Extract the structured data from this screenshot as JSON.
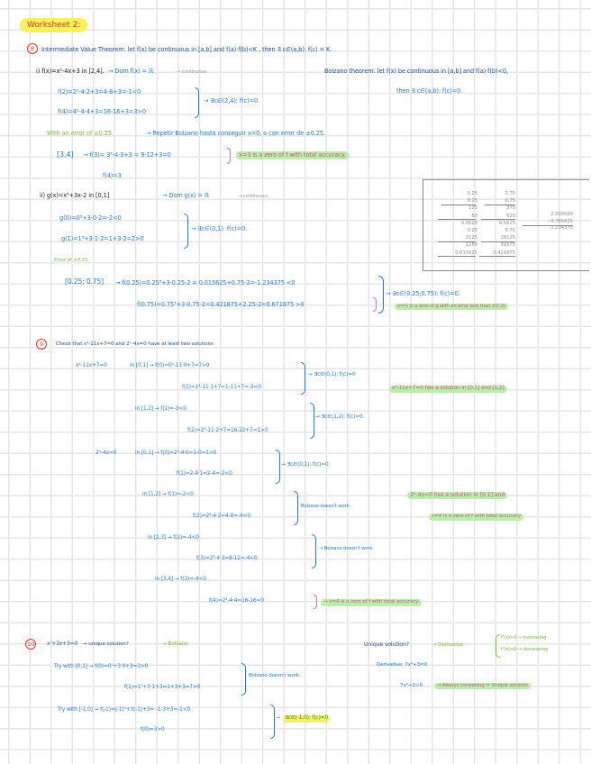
{
  "title": "Worksheet 2:",
  "ex8": {
    "number": "8",
    "statement": "Intermediate Value Theorem: let f(x) be continuous in [a,b] and f(a)·f(b)<K , then ∃ c∈(a,b): f(c) = K.",
    "bolzano_1": "Bolzano theorem: let f(x) be continuous in [a,b] and f(a)·f(b)<0,",
    "bolzano_2": "then ∃ c∈(a,b): f(c)=0.",
    "part_i": {
      "label": "i) f(x)=x²-4x+3 in [2,4].",
      "dom": "→ Dom f(x) = ℝ",
      "cont": "→ continuous",
      "f2": "f(2)=2²-4·2+3=4-8+3=-1<0",
      "f4": "f(4)=4²-4·4+3=16-16+3=3>0",
      "conclusion": "→ ∃c∈(2,4): f(c)=0",
      "error_note": "With an error of ±0.25",
      "repeat": "→ Repetir Bolzano hasta conseguir x=0, o con error de ±0.25.",
      "interval": "[3,4]",
      "f3": "→ f(3)= 3²-4·3+3 = 9-12+3=0",
      "f4b": "f(4)=3",
      "result": "x=3 is a zero of f with total accuracy."
    },
    "part_ii": {
      "label": "ii) g(x)=x³+3x-2 in [0,1]",
      "dom": "→ Dom g(x) = ℝ",
      "cont": "→ continuous.",
      "g0": "g(0)=0³+3·0-2=-2<0",
      "g1": "g(1)=1³+3·1-2=1+3-2=2>0",
      "conclusion": "→ ∃c∈(0,1): f(c)=0.",
      "error_note": "Error of ±0.25",
      "interval": "[0.25; 0.75]",
      "f025": "→ f(0.25)=0.25³+3·0.25-2 = 0.015625+0.75-2=-1.234375 <0",
      "f075": "f(0.75)=0.75³+3·0.75-2=0.421875+2.25-2=0.671875 >0",
      "conclusion2": "→ ∃c∈(0.25;0.75): f(c)=0.",
      "result": "x=¾ is a zero of g with an error less than ±0.25"
    },
    "scratch": {
      "col1": [
        "0.25",
        "0.25",
        "125",
        "50",
        "0.0625",
        "0.25",
        "3125",
        "1250",
        "0.015625"
      ],
      "col2": [
        "0.75",
        "0.75",
        "375",
        "525",
        "0.5625",
        "0.75",
        "28125",
        "39375",
        "0.421875"
      ],
      "col3": [
        "2.000000",
        "- 0.765625",
        "1.234375"
      ]
    }
  },
  "ex9": {
    "number": "9",
    "statement": "Check that x⁴-11x+7=0 and 2ˣ-4x=0 have at least two solutions",
    "eq1": "x⁴-11x+7=0",
    "eq1_int1": "in [0,1] → f(0)=0⁴-11·0+7=7>0",
    "eq1_f1": "f(1)=1⁴-11·1+7=1-11+7=-3<0",
    "eq1_c1": "→ ∃c∈(0,1): f(c)=0",
    "eq1_int2": "in [1,2] → f(1)=-3<0",
    "eq1_f2": "f(2)=2⁴-11·2+7=16-22+7=1>0",
    "eq1_c2": "→ ∃c∈(1,2): f(c)=0.",
    "eq1_result": "x⁴-11x+7=0 has a solution in [0,1] and [1,2]",
    "eq2": "2ˣ-4x=0",
    "eq2_int1": "in [0,1] → f(0)=2⁰-4·0=1-0=1>0",
    "eq2_f1": "f(1)=2-4·1=2-4=-2<0",
    "eq2_c1": "→ ∃c∈(0,1): f(c)=0",
    "eq2_int2": "in [1,2] → f(1)=-2<0",
    "eq2_f2": "f(2)=2²-4·2=4-8=-4<0",
    "eq2_c2": "Bolzano doesn't work.",
    "eq2_int3": "in [2,3] → f(2)=-4<0",
    "eq2_f3": "f(3)=2³-4·3=8-12=-4<0",
    "eq2_c3": "→ Bolzano doesn't work.",
    "eq2_int4": "in [3,4] → f(3)=-4<0",
    "eq2_f4": "f(4)=2⁴-4·4=16-16=0",
    "eq2_c4": "→ x=4 is a zero of f with total accuracy.",
    "eq2_result_1": "2ˣ-4x=0 has a solution in [0,1] and",
    "eq2_result_2": "x=4 is a zero of f with total accuracy"
  },
  "ex10": {
    "number": "10",
    "statement": "x⁷+3x+3=0",
    "question": "→ unique solution?",
    "bolzano": "→ Bolzano",
    "try1": "Try with [0,1] → f(0)=0⁷+3·0+3=3>0",
    "try1_f1": "f(1)=1⁷+3·1+3=1+3+3=7>0",
    "try1_c": "Bolzano doesn't work.",
    "try2": "Try with [-1,0] → f(-1)=(-1)⁷+3(-1)+3= -1-3+3=-1<0",
    "try2_f0": "f(0)=3>0",
    "try2_c": "∃c∈(-1,0): f(c)=0",
    "unique_q": "Unique solution?",
    "derivative_arrow": "→ Derivative",
    "inc": "f'(x)>0 → increasing",
    "dec": "f'(x)<0 → decreasing",
    "derivative": "Derivative: 7x⁶+3=0",
    "deriv_pos": "7x⁶+3>0",
    "always": "→ Always increasing = Unique solution"
  }
}
